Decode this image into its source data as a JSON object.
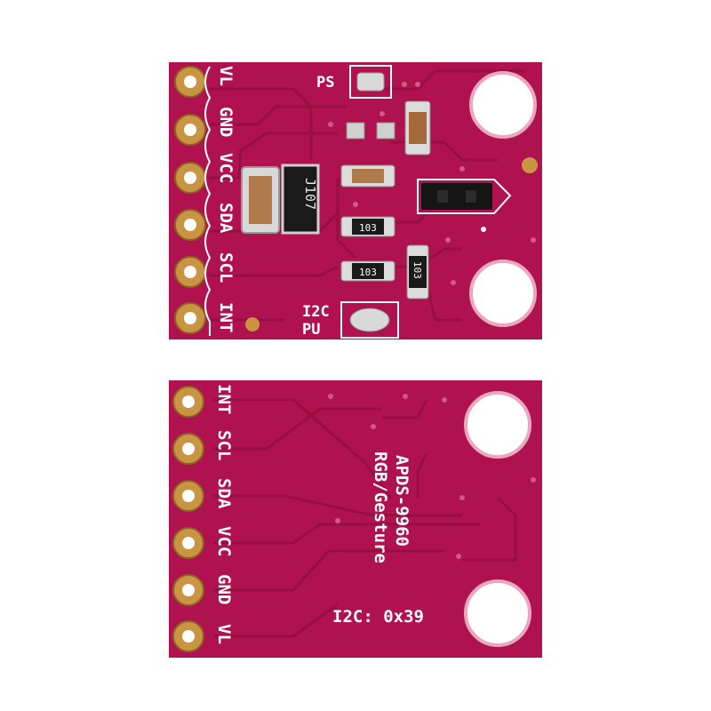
{
  "colors": {
    "pcb": "#b0114f",
    "pcb_edge": "#8f0b3e",
    "trace": "#9a0d44",
    "silk": "#ffffff",
    "gold": "#c99542",
    "gold_dark": "#8d6320"
  },
  "front": {
    "pins": [
      "VL",
      "GND",
      "VCC",
      "SDA",
      "SCL",
      "INT"
    ],
    "jumper_ps": "PS",
    "jumper_i2c_line1": "I2C",
    "jumper_i2c_line2": "PU",
    "inductor_marking": "J107",
    "resistor_marking_1": "103",
    "resistor_marking_2": "103",
    "resistor_marking_3": "103"
  },
  "back": {
    "pins": [
      "INT",
      "SCL",
      "SDA",
      "VCC",
      "GND",
      "VL"
    ],
    "chip_name": "APDS-9960",
    "chip_function": "RGB/Gesture",
    "i2c_address": "I2C: 0x39"
  }
}
